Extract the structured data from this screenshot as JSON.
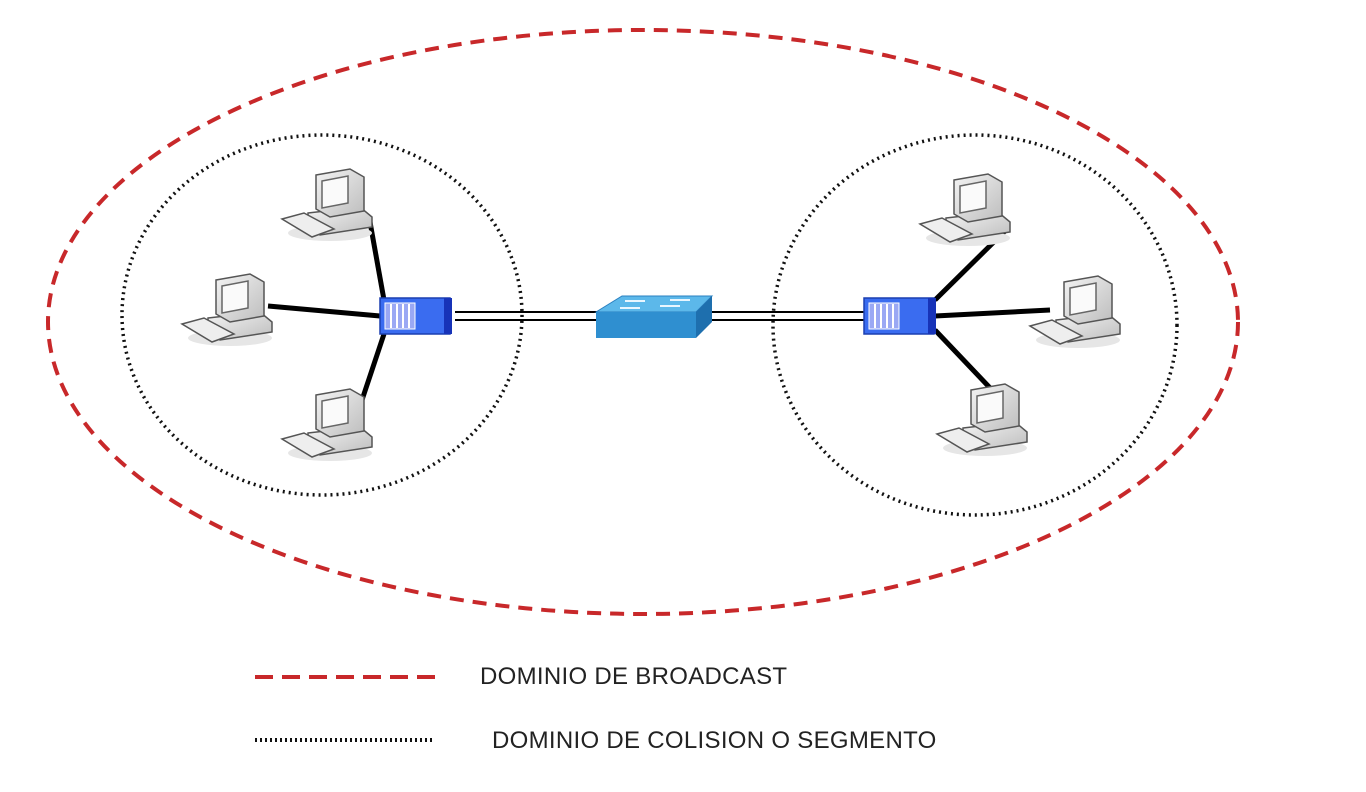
{
  "diagram": {
    "type": "network-topology",
    "colors": {
      "broadcast": "#c8282a",
      "collision": "#111111",
      "hub": "#2a55e0",
      "switch": "#2f8fd0"
    },
    "nodes": {
      "left_pcs": [
        "pc",
        "pc",
        "pc"
      ],
      "right_pcs": [
        "pc",
        "pc",
        "pc"
      ],
      "hubs": [
        "hub-left",
        "hub-right"
      ],
      "switch": "switch"
    }
  },
  "legend": {
    "broadcast_label": "DOMINIO DE BROADCAST",
    "collision_label": "DOMINIO DE COLISION O SEGMENTO"
  }
}
